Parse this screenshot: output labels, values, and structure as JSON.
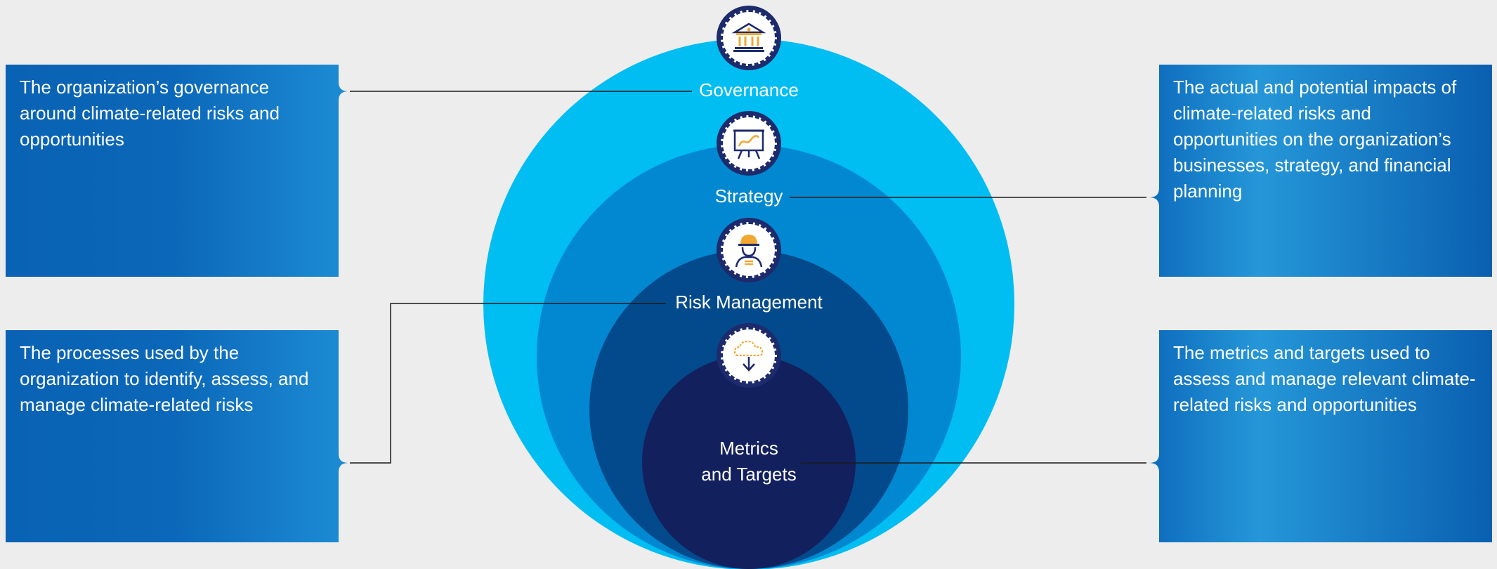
{
  "colors": {
    "background": "#ededed",
    "ring_governance": "#00bdf2",
    "ring_strategy": "#0288d1",
    "ring_risk": "#034a8c",
    "ring_metrics": "#13205e",
    "icon_badge": "#1d2a6b",
    "icon_accent": "#f0a830"
  },
  "pillars": [
    {
      "id": "governance",
      "label": "Governance",
      "icon": "bank-building-icon"
    },
    {
      "id": "strategy",
      "label": "Strategy",
      "icon": "presentation-board-icon"
    },
    {
      "id": "risk",
      "label": "Risk Management",
      "icon": "worker-hardhat-icon"
    },
    {
      "id": "metrics",
      "label_line1": "Metrics",
      "label_line2": "and Targets",
      "icon": "cloud-download-icon"
    }
  ],
  "panels": {
    "governance": "The organization’s governance around climate-related risks and opportunities",
    "strategy": "The actual and potential impacts of climate-related risks and opportunities on the organization’s businesses, strategy, and financial planning",
    "risk": "The processes used by the organization to identify, assess, and manage climate-related risks",
    "metrics": "The metrics and targets used to assess and manage relevant climate-related risks and opportunities"
  }
}
